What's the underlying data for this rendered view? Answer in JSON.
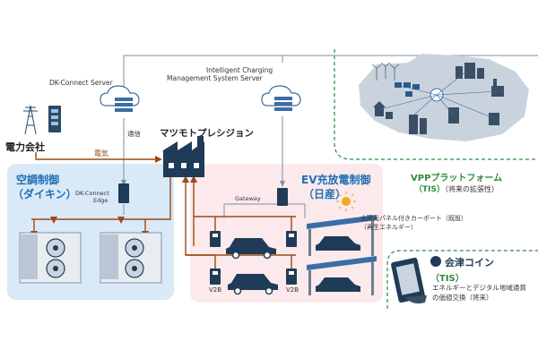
{
  "servers": {
    "dk_connect": "DK-Connect Server",
    "icms_line1": "Intelligent Charging",
    "icms_line2": "Management System Server"
  },
  "power_company": "電力会社",
  "electricity": "電気",
  "communication": "通信",
  "factory": "マツモトプレシジョン",
  "aircon": {
    "title_line1": "空調制御",
    "title_line2": "（ダイキン）",
    "edge_line1": "DK-Connect",
    "edge_line2": "Edge"
  },
  "ev": {
    "title_line1": "EV充放電制御",
    "title_line2": "（日産）",
    "gateway": "Gateway",
    "v2b_left": "V2B",
    "v2b_right": "V2B"
  },
  "solar": {
    "line1": "太陽光パネル付きカーポート（既設）",
    "line2": "（再生エネルギー）"
  },
  "vpp": {
    "title": "VPPプラットフォーム",
    "sub_bold": "（TIS）",
    "sub_note": "（将来の拡張性）"
  },
  "coin": {
    "name": "会津コイン",
    "tis": "（TIS）",
    "desc_line1": "エネルギーとデジタル地域通貨",
    "desc_line2": "の価値交換（将来）"
  },
  "colors": {
    "blue_region": "#d9e9f7",
    "pink_region": "#fbe9ec",
    "line_gray": "#7a8fa3",
    "brown_arrow": "#9b4a14",
    "green_dash": "#2e8b3e",
    "factory": "#1f3b57",
    "accent_blue": "#1e6fb5"
  }
}
